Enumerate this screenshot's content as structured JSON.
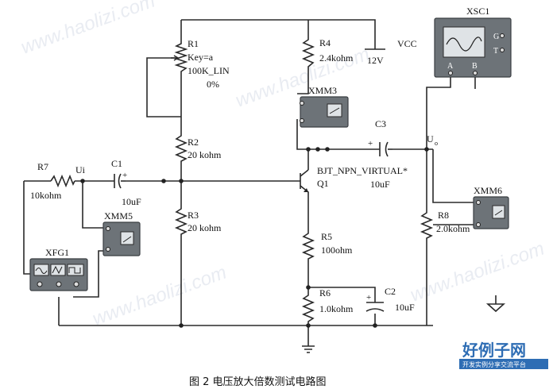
{
  "watermark": "www.haolizi.com",
  "components": {
    "r1": {
      "name": "R1",
      "key": "Key=a",
      "value": "100K_LIN",
      "setting": "0%"
    },
    "r2": {
      "name": "R2",
      "value": "20 kohm"
    },
    "r3": {
      "name": "R3",
      "value": "20 kohm"
    },
    "r4": {
      "name": "R4",
      "value": "2.4kohm"
    },
    "r5": {
      "name": "R5",
      "value": "100ohm"
    },
    "r6": {
      "name": "R6",
      "value": "1.0kohm"
    },
    "r7": {
      "name": "R7",
      "value": "10kohm"
    },
    "r8": {
      "name": "R8",
      "value": "2.0kohm"
    },
    "c1": {
      "name": "C1",
      "value": "10uF"
    },
    "c2": {
      "name": "C2",
      "value": "10uF"
    },
    "c3": {
      "name": "C3",
      "value": "10uF"
    },
    "q1": {
      "model": "BJT_NPN_VIRTUAL*",
      "name": "Q1"
    },
    "vcc": {
      "name": "VCC",
      "value": "12V"
    }
  },
  "instruments": {
    "xsc1": {
      "name": "XSC1",
      "ch_a": "A",
      "ch_b": "B",
      "g": "G",
      "t": "T"
    },
    "xmm3": {
      "name": "XMM3"
    },
    "xmm5": {
      "name": "XMM5"
    },
    "xmm6": {
      "name": "XMM6"
    },
    "xfg1": {
      "name": "XFG1"
    }
  },
  "nodes": {
    "ui": "Ui",
    "uo": "U",
    "uo_sub": "o"
  },
  "caption": "图 2 电压放大倍数测试电路图",
  "brand": {
    "title": "好例子网",
    "subtitle": "开发实例分享交流平台"
  }
}
